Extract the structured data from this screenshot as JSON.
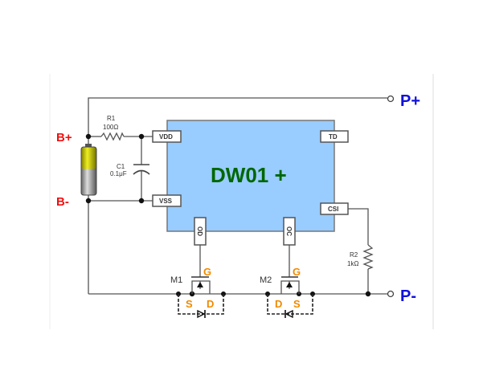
{
  "ic": {
    "name": "DW01 +",
    "pins": {
      "vdd": "VDD",
      "vss": "VSS",
      "td": "TD",
      "csi": "CSI",
      "od": "OD",
      "oc": "OC"
    }
  },
  "terminals": {
    "b_plus": "B+",
    "b_minus": "B-",
    "p_plus": "P+",
    "p_minus": "P-"
  },
  "components": {
    "r1": {
      "name": "R1",
      "value": "100Ω"
    },
    "c1": {
      "name": "C1",
      "value": "0.1μF"
    },
    "r2": {
      "name": "R2",
      "value": "1kΩ"
    },
    "m1": {
      "name": "M1",
      "gate": "G",
      "left": "S",
      "right": "D"
    },
    "m2": {
      "name": "M2",
      "gate": "G",
      "left": "D",
      "right": "S"
    }
  },
  "colors": {
    "ic_fill": "#99ccff",
    "ic_text": "#006600",
    "battery_terminal": "#ee1111",
    "pack_terminal": "#1010dd",
    "mosfet_label": "#f08a00"
  }
}
